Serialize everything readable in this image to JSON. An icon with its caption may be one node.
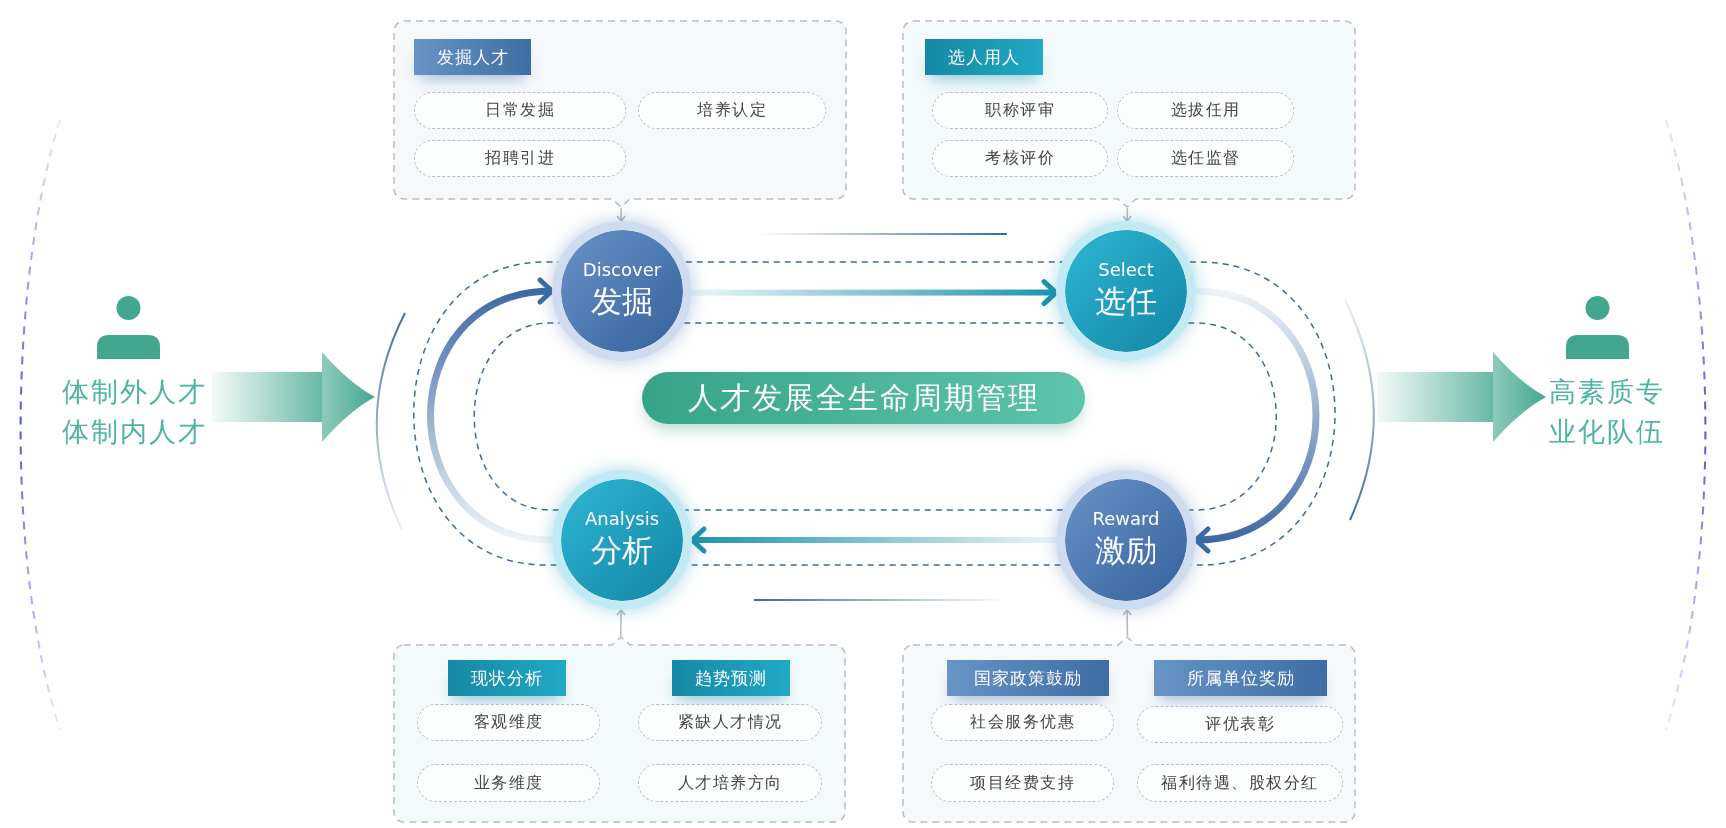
{
  "diagram": {
    "nodes": [
      {
        "text": [],
        "shape": "box"
      },
      {
        "text": [
          "发掘人才"
        ],
        "in": 0
      },
      {
        "text": [
          "日常发掘"
        ],
        "in": 0
      },
      {
        "text": [
          "培养认定"
        ],
        "in": 0
      },
      {
        "text": [
          "招聘引进"
        ],
        "in": 0
      },
      {
        "text": [],
        "shape": "box"
      },
      {
        "text": [
          "选人用人"
        ],
        "in": 5
      },
      {
        "text": [
          "职称评审"
        ],
        "in": 5
      },
      {
        "text": [
          "选拔任用"
        ],
        "in": 5
      },
      {
        "text": [
          "考核评价"
        ],
        "in": 5
      },
      {
        "text": [
          "选任监督"
        ],
        "in": 5
      },
      {
        "text": [
          "Discover",
          "发掘"
        ]
      },
      {
        "text": [
          "Select",
          "选任"
        ]
      },
      {
        "text": [
          "体制外人才",
          "体制内人才"
        ]
      },
      {
        "text": [],
        "shape": "arc"
      },
      {
        "text": [
          "人才发展全生命周期管理"
        ]
      },
      {
        "text": [],
        "shape": "arc"
      },
      {
        "text": [
          "高素质专业化队伍"
        ]
      },
      {
        "text": [
          "Analysis",
          "分析"
        ]
      },
      {
        "text": [
          "Reward",
          "激励"
        ]
      },
      {
        "text": [],
        "shape": "box"
      },
      {
        "text": [
          "现状分析"
        ],
        "in": 20
      },
      {
        "text": [
          "趋势预测"
        ],
        "in": 20
      },
      {
        "text": [
          "客观维度"
        ],
        "in": 20
      },
      {
        "text": [
          "紧缺人才情况"
        ],
        "in": 20
      },
      {
        "text": [
          "业务维度"
        ],
        "in": 20
      },
      {
        "text": [
          "人才培养方向"
        ],
        "in": 20
      },
      {
        "text": [],
        "shape": "box"
      },
      {
        "text": [
          "国家政策鼓励"
        ],
        "in": 27
      },
      {
        "text": [
          "所属单位奖励"
        ],
        "in": 27
      },
      {
        "text": [
          "社会服务优惠"
        ],
        "in": 27
      },
      {
        "text": [
          "评优表彰"
        ],
        "in": 27
      },
      {
        "text": [
          "项目经费支持"
        ],
        "in": 27
      },
      {
        "text": [
          "福利待遇、股权分红"
        ],
        "in": 27
      }
    ],
    "edges": [
      {
        "from": 11,
        "to": 12,
        "arrow": "to",
        "style": "thick",
        "color": "#1d91ae"
      },
      {
        "from": 12,
        "to": 19,
        "arrow": "to",
        "style": "thick"
      },
      {
        "from": 19,
        "to": 18,
        "arrow": "to",
        "style": "thick",
        "color": "#1d91ae"
      },
      {
        "from": 18,
        "to": 11,
        "arrow": "to",
        "style": "thick"
      },
      {
        "from": 13,
        "to": 14,
        "arrow": "to",
        "style": "thick",
        "color": "#43a78f"
      },
      {
        "from": 16,
        "to": 17,
        "arrow": "to",
        "style": "thick",
        "color": "#43a78f"
      },
      {
        "from": 0,
        "to": 11,
        "arrow": "to",
        "color": "#b8b8b8"
      },
      {
        "from": 5,
        "to": 12,
        "arrow": "to",
        "color": "#b8b8b8"
      },
      {
        "from": 20,
        "to": 18,
        "arrow": "to",
        "color": "#b8b8b8"
      },
      {
        "from": 27,
        "to": 19,
        "arrow": "to",
        "color": "#b8b8b8"
      },
      {
        "from": 11,
        "to": 12,
        "arrow": "none",
        "style": "dashed"
      },
      {
        "from": 12,
        "to": 19,
        "arrow": "none",
        "style": "dashed"
      },
      {
        "from": 19,
        "to": 18,
        "arrow": "none",
        "style": "dashed"
      },
      {
        "from": 18,
        "to": 11,
        "arrow": "none",
        "style": "dashed"
      },
      {
        "from": 11,
        "to": 12,
        "arrow": "none",
        "style": "dashed"
      },
      {
        "from": 12,
        "to": 19,
        "arrow": "none",
        "style": "dashed"
      },
      {
        "from": 19,
        "to": 18,
        "arrow": "none",
        "style": "dashed"
      },
      {
        "from": 18,
        "to": 11,
        "arrow": "none",
        "style": "dashed"
      }
    ]
  }
}
